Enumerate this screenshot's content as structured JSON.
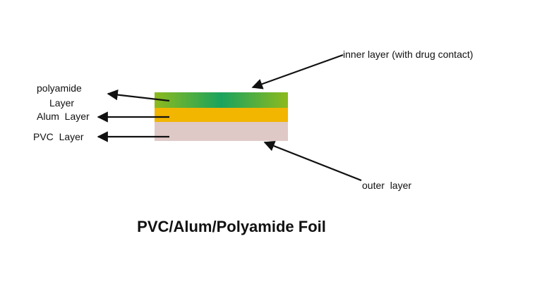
{
  "diagram": {
    "title": "PVC/Alum/Polyamide Foil",
    "labels": {
      "polyamide_line1": "polyamide",
      "polyamide_line2": "Layer",
      "alum": "Alum  Layer",
      "pvc": "PVC  Layer",
      "inner": "inner layer (with drug contact)",
      "outer": "outer  layer"
    },
    "layers": [
      {
        "name": "polyamide",
        "colors": [
          "#8dba1e",
          "#1aa35e",
          "#8dba1e"
        ]
      },
      {
        "name": "alum",
        "color": "#f2b500"
      },
      {
        "name": "pvc",
        "color": "#dfc9c7"
      }
    ],
    "arrow_color": "#111111"
  }
}
